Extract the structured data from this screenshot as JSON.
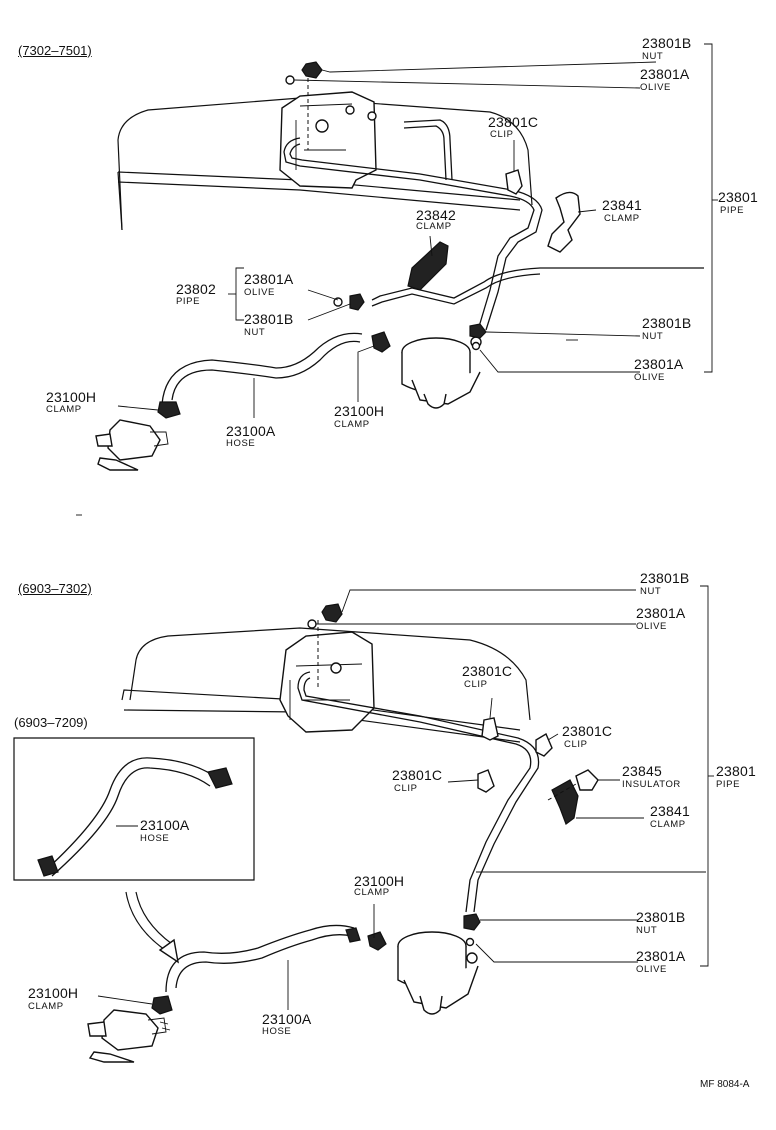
{
  "sections": {
    "top": {
      "range": "(7302–7501)"
    },
    "bottom": {
      "range": "(6903–7302)",
      "inset_range": "(6903–7209)"
    }
  },
  "top_labels": {
    "p23801B_a": {
      "num": "23801B",
      "name": "NUT"
    },
    "p23801A_a": {
      "num": "23801A",
      "name": "OLIVE"
    },
    "p23801C": {
      "num": "23801C",
      "name": "CLIP"
    },
    "p23801": {
      "num": "23801",
      "name": "PIPE"
    },
    "p23841": {
      "num": "23841",
      "name": "CLAMP"
    },
    "p23842": {
      "num": "23842",
      "name": "CLAMP"
    },
    "p23802": {
      "num": "23802",
      "name": "PIPE"
    },
    "p23801A_b": {
      "num": "23801A",
      "name": "OLIVE"
    },
    "p23801B_b": {
      "num": "23801B",
      "name": "NUT"
    },
    "p23801B_c": {
      "num": "23801B",
      "name": "NUT"
    },
    "p23801A_c": {
      "num": "23801A",
      "name": "OLIVE"
    },
    "p23100H_a": {
      "num": "23100H",
      "name": "CLAMP"
    },
    "p23100A": {
      "num": "23100A",
      "name": "HOSE"
    },
    "p23100H_b": {
      "num": "23100H",
      "name": "CLAMP"
    }
  },
  "bottom_labels": {
    "p23801B_a": {
      "num": "23801B",
      "name": "NUT"
    },
    "p23801A_a": {
      "num": "23801A",
      "name": "OLIVE"
    },
    "p23801C_a": {
      "num": "23801C",
      "name": "CLIP"
    },
    "p23801C_b": {
      "num": "23801C",
      "name": "CLIP"
    },
    "p23801C_c": {
      "num": "23801C",
      "name": "CLIP"
    },
    "p23845": {
      "num": "23845",
      "name": "INSULATOR"
    },
    "p23801": {
      "num": "23801",
      "name": "PIPE"
    },
    "p23841": {
      "num": "23841",
      "name": "CLAMP"
    },
    "p23801B_b": {
      "num": "23801B",
      "name": "NUT"
    },
    "p23801A_b": {
      "num": "23801A",
      "name": "OLIVE"
    },
    "p23100A_inset": {
      "num": "23100A",
      "name": "HOSE"
    },
    "p23100H_a": {
      "num": "23100H",
      "name": "CLAMP"
    },
    "p23100H_b": {
      "num": "23100H",
      "name": "CLAMP"
    },
    "p23100A": {
      "num": "23100A",
      "name": "HOSE"
    }
  },
  "footer": {
    "code": "MF 8084-A"
  }
}
